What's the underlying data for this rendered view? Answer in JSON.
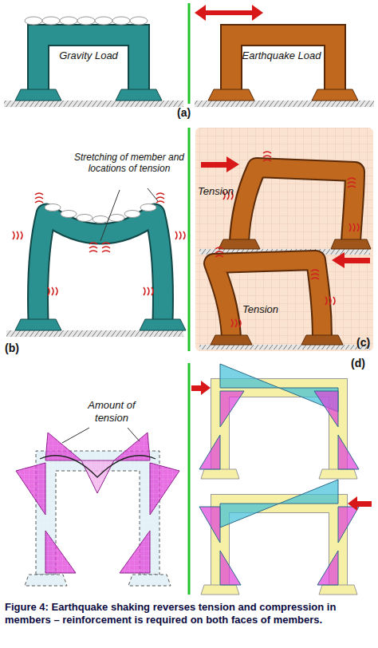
{
  "diagram": {
    "caption": "Figure 4: Earthquake shaking reverses tension and compression in members – reinforcement is required on both faces of members.",
    "labels": [
      "Gravity Load",
      "Earthquake Load",
      "(a)",
      "Stretching of member and locations of tension",
      "(b)",
      "Tension",
      "Tension",
      "(c)",
      "Amount of tension",
      "(d)"
    ]
  }
}
